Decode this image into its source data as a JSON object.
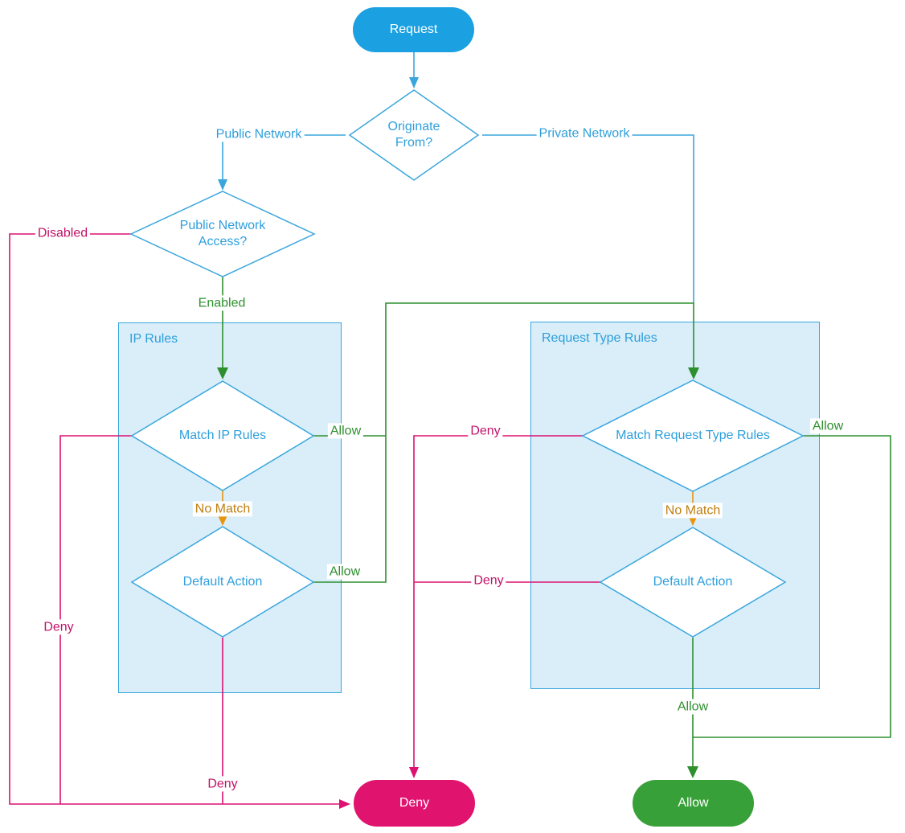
{
  "colors": {
    "node-blue": "#1BA1E2",
    "line-blue": "#3AA6DD",
    "text-blue": "#2E9FDC",
    "box-fill": "#D9EEF9",
    "green": "#2F8F2F",
    "node-green": "#38A038",
    "magenta": "#DC1170",
    "text-magenta": "#C01368",
    "node-magenta": "#E0136F",
    "orange": "#E8940F",
    "text-orange": "#BF7E10"
  },
  "nodes": {
    "request": "Request",
    "deny": "Deny",
    "allow": "Allow"
  },
  "decisions": {
    "originate_from": "Originate From?",
    "public_network_access": "Public Network Access?",
    "match_ip_rules": "Match IP Rules",
    "default_action_ip": "Default Action",
    "match_request_type_rules": "Match Request Type Rules",
    "default_action_rt": "Default Action"
  },
  "containers": {
    "ip_rules": "IP Rules",
    "request_type_rules": "Request Type Rules"
  },
  "labels": {
    "public_network": "Public Network",
    "private_network": "Private Network",
    "disabled": "Disabled",
    "enabled": "Enabled",
    "no_match_ip": "No Match",
    "allow_ip_match": "Allow",
    "allow_ip_default": "Allow",
    "deny_ip_match": "Deny",
    "deny_ip_default": "Deny",
    "no_match_rt": "No Match",
    "allow_rt_match": "Allow",
    "allow_rt_default": "Allow",
    "deny_rt_match": "Deny",
    "deny_rt_default": "Deny"
  }
}
